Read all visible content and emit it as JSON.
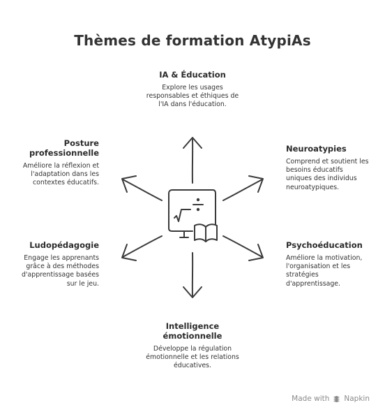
{
  "title": "Thèmes de formation AtypiAs",
  "center_icon": "classroom-board-book-icon",
  "nodes": {
    "top": {
      "heading": "IA & Éducation",
      "text": "Explore les usages responsables et éthiques de l'IA dans l'éducation."
    },
    "upper_right": {
      "heading": "Neuroatypies",
      "text": "Comprend et soutient les besoins éducatifs uniques des individus neuroatypiques."
    },
    "lower_right": {
      "heading": "Psychoéducation",
      "text": "Améliore la motivation, l'organisation et les stratégies d'apprentissage."
    },
    "bottom": {
      "heading": "Intelligence émotionnelle",
      "text": "Développe la régulation émotionnelle et les relations éducatives."
    },
    "lower_left": {
      "heading": "Ludopédagogie",
      "text": "Engage les apprenants grâce à des méthodes d'apprentissage basées sur le jeu."
    },
    "upper_left": {
      "heading": "Posture professionnelle",
      "text": "Améliore la réflexion et l'adaptation dans les contextes éducatifs."
    }
  },
  "footer": {
    "made_with": "Made with",
    "brand": "Napkin",
    "brand_icon": "napkin-logo-icon"
  },
  "colors": {
    "ink": "#2b2b2b",
    "footer": "#8a8a8a",
    "background": "#ffffff"
  }
}
